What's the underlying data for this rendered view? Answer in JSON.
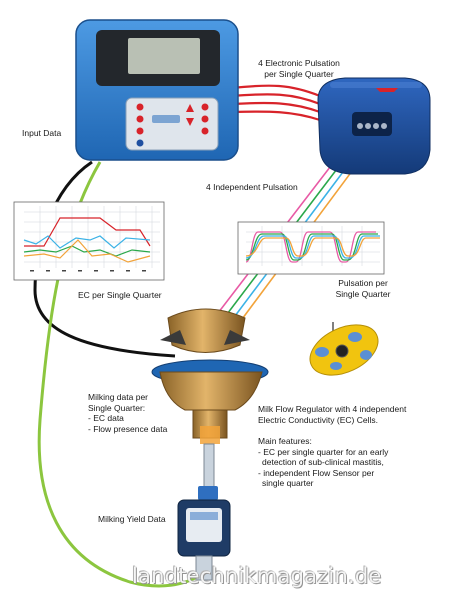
{
  "labels": {
    "electronic_pulsation": [
      "4 Electronic Pulsation",
      "per Single Quarter"
    ],
    "input_data": "Input Data",
    "independent_pulsation": "4 Independent Pulsation",
    "ec_per_quarter": "EC per Single Quarter",
    "pulsation_per_quarter": [
      "Pulsation per",
      "Single Quarter"
    ],
    "milking_data": [
      "Milking data per",
      "Single Quarter:",
      "- EC data",
      "- Flow presence data"
    ],
    "regulator_desc": [
      "Milk Flow Regulator with 4 independent",
      "Electric Conductivity (EC) Cells."
    ],
    "main_features_title": "Main features:",
    "main_features": [
      "- EC per single quarter for an early",
      "  detection of sub-clinical mastitis,",
      "- independent Flow Sensor per",
      "  single quarter"
    ],
    "milking_yield": "Milking Yield Data"
  },
  "watermark": "landtechnikmagazin.de",
  "colors": {
    "controller_blue": "#2f7fd0",
    "pulsator_blue": "#1e4f9a",
    "cable_red": "#d8232a",
    "cable_black": "#111111",
    "cable_green": "#8cc63f",
    "quarter_pink": "#e85aa5",
    "quarter_green": "#2aa84a",
    "quarter_cyan": "#3bb2e6",
    "quarter_orange": "#f2a33a",
    "brass": "#b98a3e"
  }
}
